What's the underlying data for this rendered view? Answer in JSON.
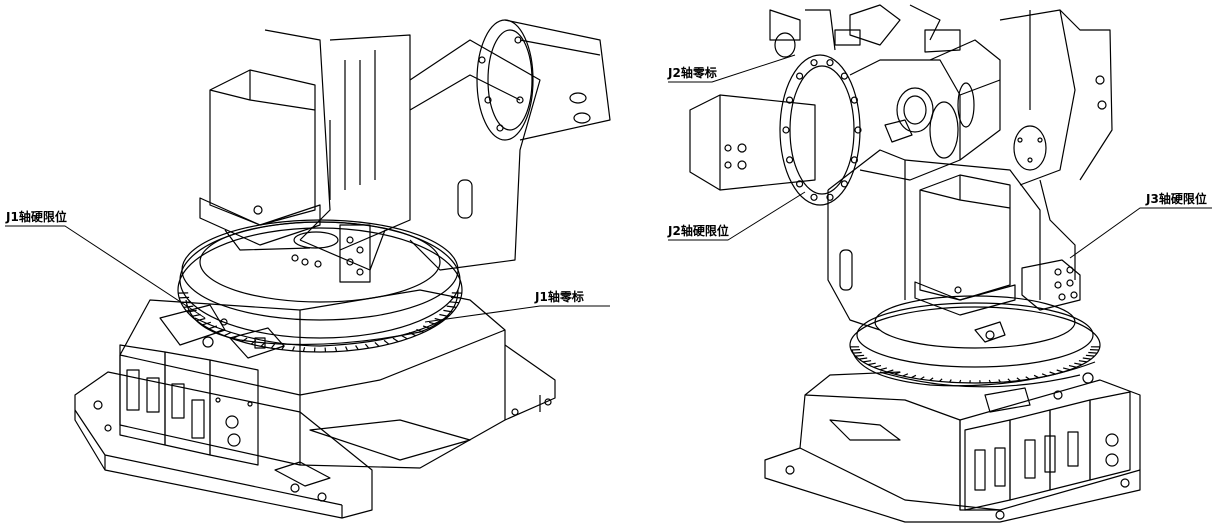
{
  "labels": {
    "j1_hard_stop": "J1轴硬限位",
    "j1_zero": "J1轴零标",
    "j2_zero": "J2轴零标",
    "j2_hard_stop": "J2轴硬限位",
    "j3_hard_stop": "J3轴硬限位"
  },
  "colors": {
    "line": "#000000",
    "background": "#ffffff"
  }
}
